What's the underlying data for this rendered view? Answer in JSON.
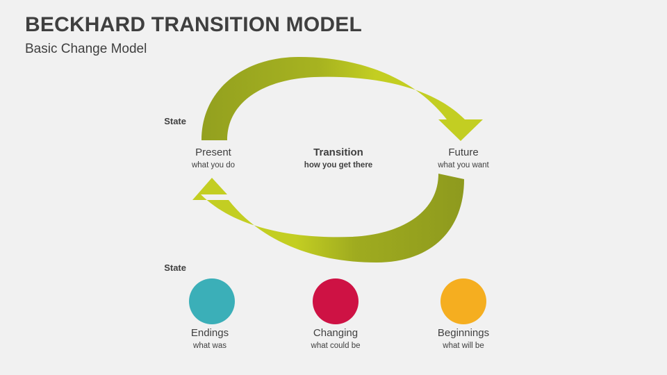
{
  "header": {
    "title": "BECKHARD TRANSITION MODEL",
    "subtitle": "Basic Change Model"
  },
  "diagram": {
    "type": "cycle-diagram",
    "row_tags": {
      "top_label": "State",
      "bottom_label": "State"
    },
    "middle_row": [
      {
        "title": "Present",
        "subtitle": "what you do",
        "emphasis": false
      },
      {
        "title": "Transition",
        "subtitle": "how you get there",
        "emphasis": true
      },
      {
        "title": "Future",
        "subtitle": "what you want",
        "emphasis": false
      }
    ],
    "bottom_row": [
      {
        "title": "Endings",
        "subtitle": "what was",
        "color": "#3bafb8"
      },
      {
        "title": "Changing",
        "subtitle": "what could be",
        "color": "#ce1244"
      },
      {
        "title": "Beginnings",
        "subtitle": "what will be",
        "color": "#f5ae20"
      }
    ],
    "arrows": [
      {
        "name": "top-arc-arrow",
        "from": "Present",
        "to": "Future",
        "direction": "clockwise"
      },
      {
        "name": "bottom-arc-arrow",
        "from": "Future",
        "to": "Present",
        "direction": "clockwise"
      }
    ]
  },
  "colors": {
    "background": "#f1f1f1",
    "text": "#3f3f3f",
    "arrow_dark": "#93a01f",
    "arrow_light": "#c3ce22",
    "circle_endings": "#3bafb8",
    "circle_changing": "#ce1244",
    "circle_beginnings": "#f5ae20"
  }
}
